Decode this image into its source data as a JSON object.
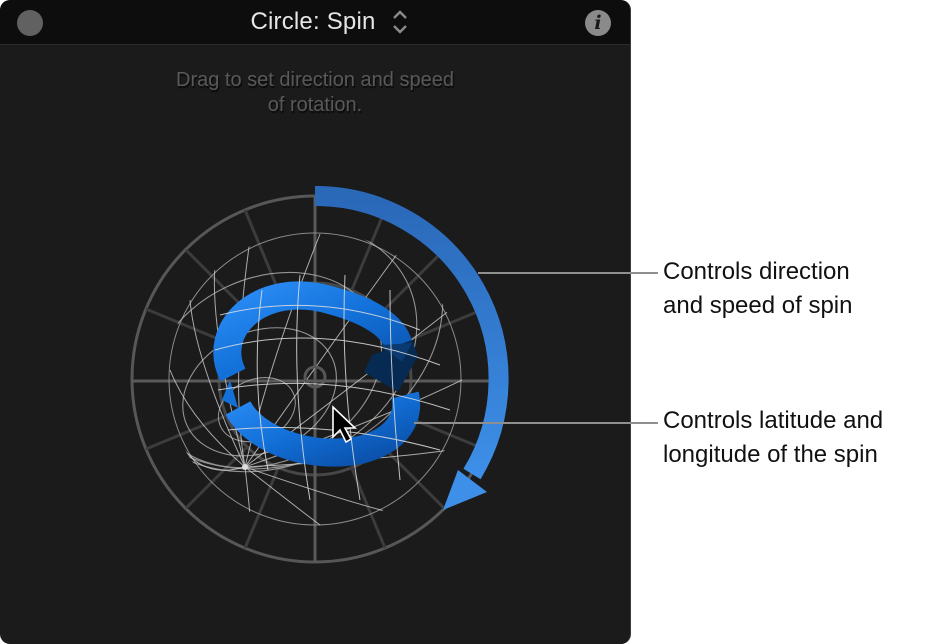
{
  "window": {
    "title": "Circle: Spin",
    "close_button": "close-button",
    "stepper_icon": "up-down-chevron-icon",
    "info_icon": "info-icon",
    "info_glyph": "i"
  },
  "hint_text": {
    "line1": "Drag to set direction and speed",
    "line2": "of rotation."
  },
  "spin_control": {
    "outer_ring_component": "direction-and-speed-arc",
    "inner_component": "latitude-longitude-sphere",
    "colors": {
      "panel_bg": "#1b1b1b",
      "titlebar_bg": "#0d0d0d",
      "ring_gray": "#5a5a5a",
      "wireframe": "#d8d8d8",
      "arc_blue": "#3a86e0",
      "torus_blue": "#1a78e6",
      "torus_dark": "#062a52"
    }
  },
  "callouts": [
    {
      "line1": "Controls direction",
      "line2": "and speed of spin"
    },
    {
      "line1": "Controls latitude and",
      "line2": "longitude of the spin"
    }
  ]
}
